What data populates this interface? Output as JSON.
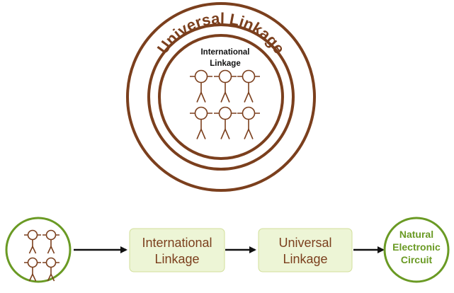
{
  "colors": {
    "brown": "#7b3f1d",
    "green": "#6a9a24",
    "box_fill": "#edf5d6",
    "arrow": "#111111"
  },
  "top_diagram": {
    "outer_ring_label": "Universal Linkage",
    "inner_ring_label_line1": "International",
    "inner_ring_label_line2": "Linkage",
    "people_icon": "stick-figure-network-icon"
  },
  "flow": {
    "start_icon": "stick-figure-group-icon",
    "step1_line1": "International",
    "step1_line2": "Linkage",
    "step2_line1": "Universal",
    "step2_line2": "Linkage",
    "end_line1": "Natural",
    "end_line2": "Electronic",
    "end_line3": "Circuit"
  }
}
